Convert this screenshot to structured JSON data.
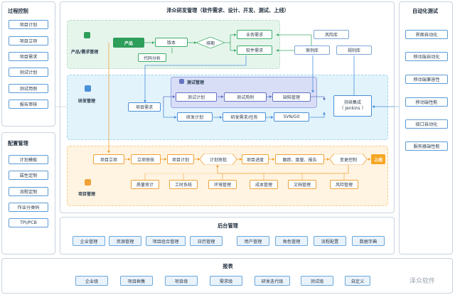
{
  "main_title": "泽众研发管理（软件需求、设计、开发、测试、上线）",
  "left_top": {
    "title": "过程控制",
    "items": [
      "项目计划",
      "项目立项",
      "项目需求",
      "测试计划",
      "测试用例",
      "报告审核"
    ]
  },
  "left_bottom": {
    "title": "配置管理",
    "items": [
      "计划模板",
      "属性定制",
      "流程定制",
      "作业分类码",
      "TPI/PCB"
    ]
  },
  "right": {
    "title": "自动化测试",
    "items": [
      "界面自动化",
      "移动端自动化",
      "移动端兼容性",
      "移动端性能",
      "接口自动化",
      "服务器端性能"
    ]
  },
  "product_zone": {
    "label": "产品/需求管理",
    "product": "产品",
    "version": "版本",
    "schedule": "排期",
    "code_analysis": "代码分析",
    "business_req": "业务需求",
    "software_req": "软件需求",
    "risk_lib": "风险库",
    "case_lib": "案例库",
    "rule_lib": "规则库"
  },
  "dev_zone": {
    "label": "研发管理",
    "test_mgmt": "测试管理",
    "project_req": "项目需求",
    "test_plan": "测试计划",
    "test_case": "测试用例",
    "defect_mgmt": "缺陷管理",
    "dev_plan": "研发计划",
    "dev_task": "研发需求/任务",
    "svn": "SVN/Git",
    "ci_line1": "持续集成",
    "ci_line2": "（ Jenkins ）"
  },
  "project_zone": {
    "label": "项目管理",
    "go_live": "上线",
    "flow": [
      "项目立项",
      "立项审核",
      "项目计划",
      "计划审批",
      "项目进度",
      "跟踪、度量、报告",
      "变更控制"
    ],
    "sub": [
      "质量审计",
      "工时系统",
      "环境管理",
      "成本管理",
      "文档管理",
      "风险管理"
    ]
  },
  "backend": {
    "title": "后台管理",
    "group1": [
      "企业管理",
      "资源管理",
      "项目组合管理",
      "日历管理"
    ],
    "group2": [
      "用户管理",
      "角色管理",
      "流程配置",
      "数据字典"
    ]
  },
  "reports": {
    "title": "报表",
    "items": [
      "企业级",
      "项目群集",
      "项目级",
      "需求级",
      "研发迭代级",
      "测试级",
      "自定义"
    ]
  },
  "watermark": "泽众软件",
  "colors": {
    "accent_blue": "#4a90d9",
    "green": "#3fae6a",
    "orange": "#f0a23a",
    "purple": "#6574c4",
    "product_fill": "#2e9e5b",
    "golive_fill": "#f5a623"
  }
}
